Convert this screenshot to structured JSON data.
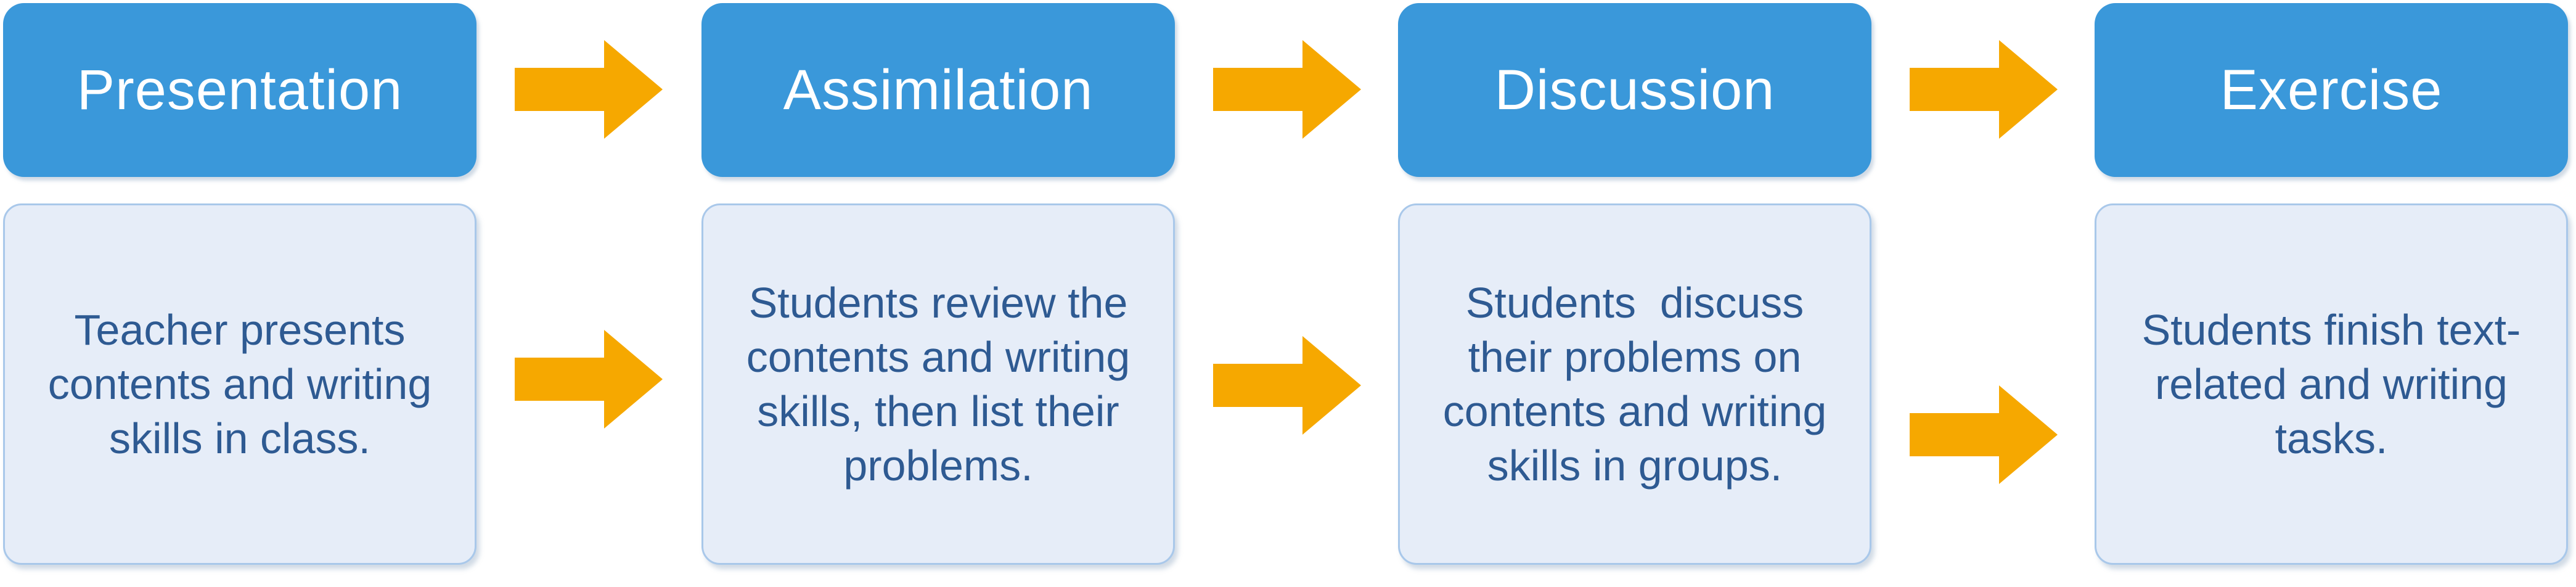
{
  "steps": [
    {
      "title": "Presentation",
      "desc_lines": [
        "Teacher presents",
        "contents and writing",
        "skills in class."
      ]
    },
    {
      "title": "Assimilation",
      "desc_lines": [
        "Students review the",
        "contents and writing",
        "skills, then list their",
        "problems."
      ]
    },
    {
      "title": "Discussion",
      "desc_lines": [
        "Students  discuss",
        "their problems on",
        "contents and writing",
        "skills in groups."
      ]
    },
    {
      "title": "Exercise",
      "desc_lines": [
        "Students finish text-",
        "related and writing",
        "tasks."
      ]
    }
  ],
  "colors": {
    "header_fill": "#3a98da",
    "body_fill": "#e6edf8",
    "body_border": "#a9c8ea",
    "body_text": "#2e5a92",
    "arrow": "#f6a800"
  },
  "icons": {
    "arrow": "right-arrow-icon"
  }
}
